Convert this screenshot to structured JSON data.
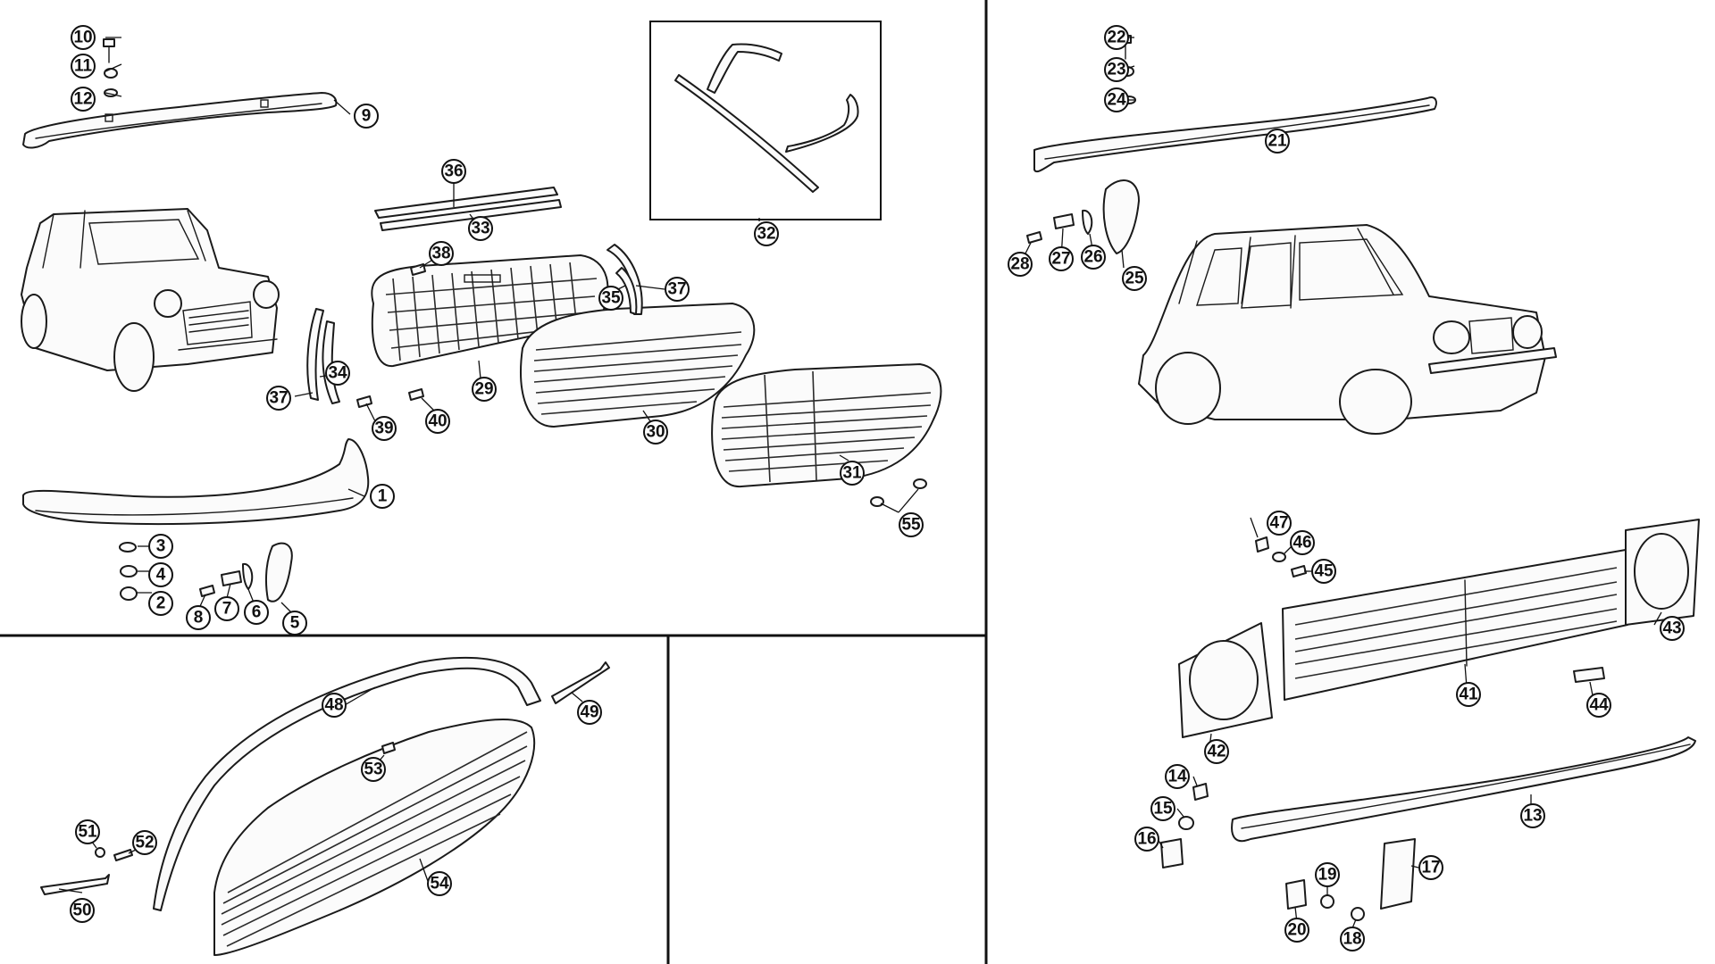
{
  "diagram": {
    "colors": {
      "line": "#111111",
      "background": "#ffffff"
    },
    "callouts": [
      {
        "id": "c1",
        "label": "1"
      },
      {
        "id": "c2",
        "label": "2"
      },
      {
        "id": "c3",
        "label": "3"
      },
      {
        "id": "c4",
        "label": "4"
      },
      {
        "id": "c5",
        "label": "5"
      },
      {
        "id": "c6",
        "label": "6"
      },
      {
        "id": "c7",
        "label": "7"
      },
      {
        "id": "c8",
        "label": "8"
      },
      {
        "id": "c9",
        "label": "9"
      },
      {
        "id": "c10",
        "label": "10"
      },
      {
        "id": "c11",
        "label": "11"
      },
      {
        "id": "c12",
        "label": "12"
      },
      {
        "id": "c13",
        "label": "13"
      },
      {
        "id": "c14",
        "label": "14"
      },
      {
        "id": "c15",
        "label": "15"
      },
      {
        "id": "c16",
        "label": "16"
      },
      {
        "id": "c17",
        "label": "17"
      },
      {
        "id": "c18",
        "label": "18"
      },
      {
        "id": "c19",
        "label": "19"
      },
      {
        "id": "c20",
        "label": "20"
      },
      {
        "id": "c21",
        "label": "21"
      },
      {
        "id": "c22",
        "label": "22"
      },
      {
        "id": "c23",
        "label": "23"
      },
      {
        "id": "c24",
        "label": "24"
      },
      {
        "id": "c25",
        "label": "25"
      },
      {
        "id": "c26",
        "label": "26"
      },
      {
        "id": "c27",
        "label": "27"
      },
      {
        "id": "c28",
        "label": "28"
      },
      {
        "id": "c29",
        "label": "29"
      },
      {
        "id": "c30",
        "label": "30"
      },
      {
        "id": "c31",
        "label": "31"
      },
      {
        "id": "c32",
        "label": "32"
      },
      {
        "id": "c33",
        "label": "33"
      },
      {
        "id": "c34",
        "label": "34"
      },
      {
        "id": "c35",
        "label": "35"
      },
      {
        "id": "c36",
        "label": "36"
      },
      {
        "id": "c37a",
        "label": "37"
      },
      {
        "id": "c37b",
        "label": "37"
      },
      {
        "id": "c38",
        "label": "38"
      },
      {
        "id": "c39",
        "label": "39"
      },
      {
        "id": "c40",
        "label": "40"
      },
      {
        "id": "c41",
        "label": "41"
      },
      {
        "id": "c42",
        "label": "42"
      },
      {
        "id": "c43",
        "label": "43"
      },
      {
        "id": "c44",
        "label": "44"
      },
      {
        "id": "c45",
        "label": "45"
      },
      {
        "id": "c46",
        "label": "46"
      },
      {
        "id": "c47",
        "label": "47"
      },
      {
        "id": "c48",
        "label": "48"
      },
      {
        "id": "c49",
        "label": "49"
      },
      {
        "id": "c50",
        "label": "50"
      },
      {
        "id": "c51",
        "label": "51"
      },
      {
        "id": "c52",
        "label": "52"
      },
      {
        "id": "c53",
        "label": "53"
      },
      {
        "id": "c54",
        "label": "54"
      },
      {
        "id": "c55",
        "label": "55"
      }
    ]
  }
}
